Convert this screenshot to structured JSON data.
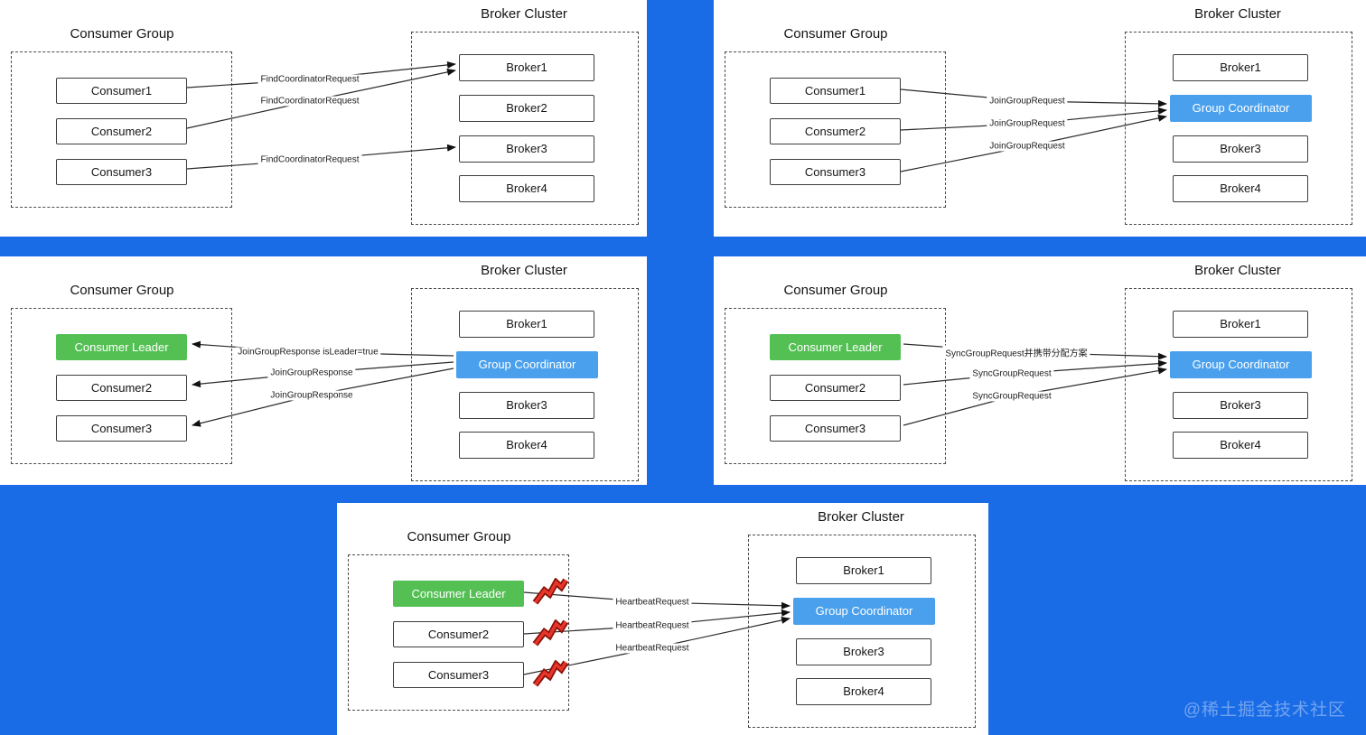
{
  "colors": {
    "background_blue": "#1a6ce6",
    "coordinator_blue": "#4aa0ec",
    "leader_green": "#54c054",
    "bolt_red": "#e8352a"
  },
  "watermark": {
    "text": "@稀土掘金技术社区"
  },
  "panels": [
    {
      "step": "find-coordinator",
      "broker_cluster_title": "Broker Cluster",
      "consumer_group_title": "Consumer Group",
      "consumers": [
        "Consumer1",
        "Consumer2",
        "Consumer3"
      ],
      "brokers": [
        "Broker1",
        "Broker2",
        "Broker3",
        "Broker4"
      ],
      "arrow_labels": [
        "FindCoordinatorRequest",
        "FindCoordinatorRequest",
        "FindCoordinatorRequest"
      ]
    },
    {
      "step": "join-group-request",
      "broker_cluster_title": "Broker Cluster",
      "consumer_group_title": "Consumer Group",
      "consumers": [
        "Consumer1",
        "Consumer2",
        "Consumer3"
      ],
      "brokers": [
        "Broker1",
        "Group Coordinator",
        "Broker3",
        "Broker4"
      ],
      "arrow_labels": [
        "JoinGroupRequest",
        "JoinGroupRequest",
        "JoinGroupRequest"
      ]
    },
    {
      "step": "join-group-response",
      "broker_cluster_title": "Broker Cluster",
      "consumer_group_title": "Consumer Group",
      "consumers": [
        "Consumer Leader",
        "Consumer2",
        "Consumer3"
      ],
      "brokers": [
        "Broker1",
        "Group Coordinator",
        "Broker3",
        "Broker4"
      ],
      "arrow_labels": [
        "JoinGroupResponse isLeader=true",
        "JoinGroupResponse",
        "JoinGroupResponse"
      ]
    },
    {
      "step": "sync-group-request",
      "broker_cluster_title": "Broker Cluster",
      "consumer_group_title": "Consumer Group",
      "consumers": [
        "Consumer Leader",
        "Consumer2",
        "Consumer3"
      ],
      "brokers": [
        "Broker1",
        "Group Coordinator",
        "Broker3",
        "Broker4"
      ],
      "arrow_labels": [
        "SyncGroupRequest并携带分配方案",
        "SyncGroupRequest",
        "SyncGroupRequest"
      ]
    },
    {
      "step": "heartbeat-request",
      "broker_cluster_title": "Broker Cluster",
      "consumer_group_title": "Consumer Group",
      "consumers": [
        "Consumer Leader",
        "Consumer2",
        "Consumer3"
      ],
      "brokers": [
        "Broker1",
        "Group Coordinator",
        "Broker3",
        "Broker4"
      ],
      "arrow_labels": [
        "HeartbeatRequest",
        "HeartbeatRequest",
        "HeartbeatRequest"
      ]
    }
  ]
}
